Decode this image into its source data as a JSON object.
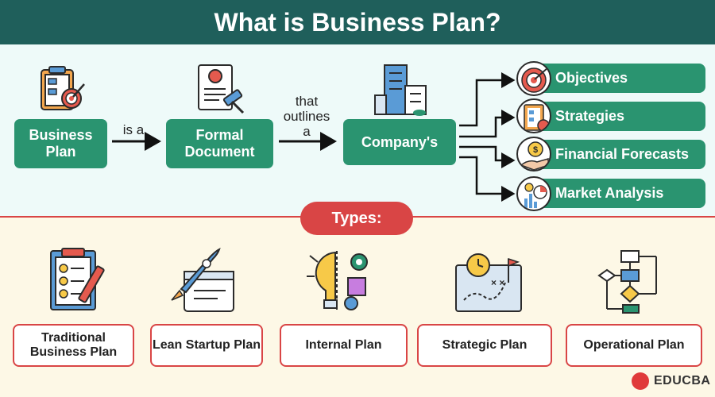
{
  "title": "What is Business Plan?",
  "flow": {
    "business_plan": "Business Plan",
    "is_a": "is a",
    "formal_document": "Formal Document",
    "that_outlines": "that outlines a",
    "companys": "Company's"
  },
  "outlines": [
    "Objectives",
    "Strategies",
    "Financial Forecasts",
    "Market Analysis"
  ],
  "types_label": "Types:",
  "types": [
    "Traditional Business Plan",
    "Lean Startup Plan",
    "Internal Plan",
    "Strategic Plan",
    "Operational Plan"
  ],
  "brand": "EDUCBA",
  "colors": {
    "header": "#1f5f5b",
    "green": "#2a9470",
    "red": "#d94545",
    "top_bg": "#eefaf9",
    "bottom_bg": "#fdf8e6"
  }
}
